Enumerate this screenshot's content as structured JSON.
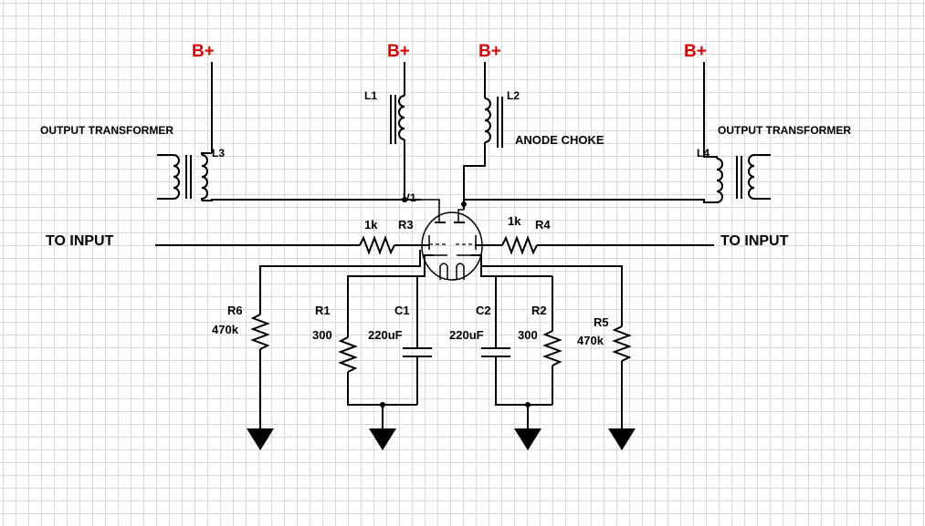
{
  "supply_labels": {
    "b1": "B+",
    "b2": "B+",
    "b3": "B+",
    "b4": "B+"
  },
  "transformers": {
    "left": "OUTPUT TRANSFORMER",
    "right": "OUTPUT TRANSFORMER"
  },
  "inductors": {
    "l1": "L1",
    "l2": "L2",
    "l3": "L3",
    "l4": "L4",
    "anode_choke": "ANODE CHOKE"
  },
  "tube": {
    "designator": "V1"
  },
  "inputs": {
    "left": "TO INPUT",
    "right": "TO INPUT"
  },
  "resistors": {
    "r3": {
      "name": "R3",
      "value": "1k"
    },
    "r4": {
      "name": "R4",
      "value": "1k"
    },
    "r1": {
      "name": "R1",
      "value": "300"
    },
    "r2": {
      "name": "R2",
      "value": "300"
    },
    "r5": {
      "name": "R5",
      "value": "470k"
    },
    "r6": {
      "name": "R6",
      "value": "470k"
    }
  },
  "capacitors": {
    "c1": {
      "name": "C1",
      "value": "220uF"
    },
    "c2": {
      "name": "C2",
      "value": "220uF"
    }
  },
  "colors": {
    "supply": "#e00000",
    "wire": "#000000",
    "grid": "#d9d9d9"
  }
}
